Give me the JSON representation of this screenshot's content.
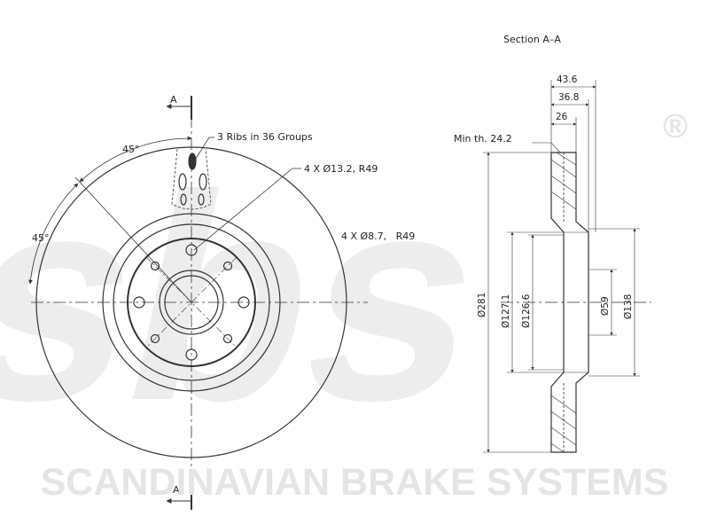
{
  "watermark": {
    "brand": "sbs",
    "company": "SCANDINAVIAN BRAKE SYSTEMS",
    "registered_mark": "®"
  },
  "front_view": {
    "section_mark_top": "A",
    "section_mark_bottom": "A",
    "angle_upper": "45°",
    "angle_left": "45°",
    "ribs_note": "3 Ribs in 36 Groups",
    "holes_large_note": "4 X Ø13.2, R49",
    "holes_small_note": "4 X Ø8.7,   R49"
  },
  "section_view": {
    "title": "Section A–A",
    "min_thickness": "Min th. 24.2",
    "dim_overall_width": "43.6",
    "dim_hat_depth": "36.8",
    "dim_thickness": "26",
    "dim_outer_diameter": "Ø281",
    "dim_hat_diameter_1": "Ø127.1",
    "dim_hat_diameter_2": "Ø126.6",
    "dim_center_bore": "Ø59",
    "dim_bolt_circle": "Ø138"
  }
}
